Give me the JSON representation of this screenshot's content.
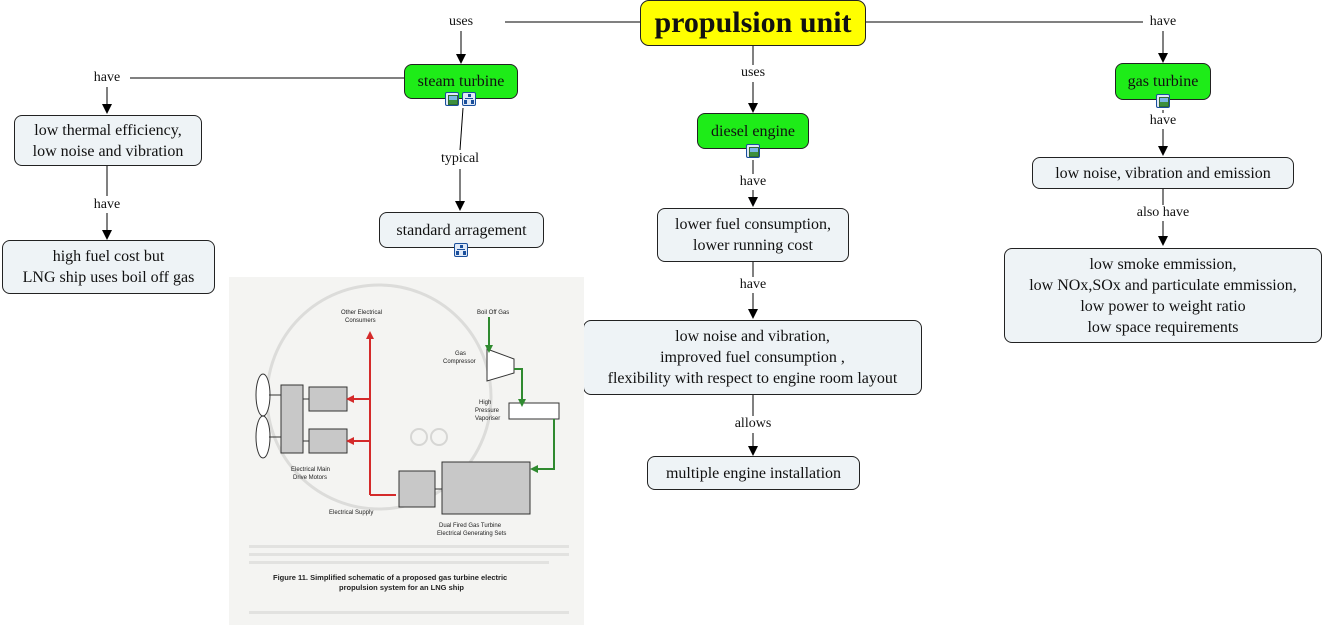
{
  "root": {
    "label": "propulsion unit"
  },
  "nodes": {
    "steam_turbine": "steam turbine",
    "diesel_engine": "diesel engine",
    "gas_turbine": "gas turbine",
    "low_thermal": [
      "low thermal efficiency,",
      "low noise and vibration"
    ],
    "high_fuel_cost": [
      "high fuel cost but",
      "LNG ship uses boil off gas"
    ],
    "standard_arrangement": "standard arragement",
    "lower_fuel": [
      "lower fuel consumption,",
      "lower running cost"
    ],
    "low_noise_improved": [
      "low noise and vibration,",
      "improved fuel consumption ,",
      "flexibility with respect to engine room layout"
    ],
    "multiple_engine": "multiple engine installation",
    "low_noise_emission": "low noise, vibration and emission",
    "low_smoke": [
      "low smoke emmission,",
      "low NOx,SOx and particulate emmission,",
      "low power to weight ratio",
      "low space requirements"
    ]
  },
  "links": {
    "uses_left": "uses",
    "uses_center": "uses",
    "have_right": "have",
    "have_steam": "have",
    "have_low_thermal": "have",
    "typical": "typical",
    "have_diesel": "have",
    "have_lower_fuel": "have",
    "allows": "allows",
    "have_gas": "have",
    "also_have": "also have"
  },
  "icons": {
    "steam_image": "image-resource-icon",
    "steam_tree": "concept-map-resource-icon",
    "standard_tree": "concept-map-resource-icon",
    "diesel_image": "image-resource-icon",
    "gas_image": "image-resource-icon"
  },
  "figure": {
    "caption_line1": "Figure 11.  Simplified schematic of a proposed gas turbine electric",
    "caption_line2": "propulsion system for an LNG ship",
    "labels": {
      "other_consumers_1": "Other Electrical",
      "other_consumers_2": "Consumers",
      "boil_off_gas": "Boil Off Gas",
      "gas_compressor_1": "Gas",
      "gas_compressor_2": "Compressor",
      "vaporiser_1": "High",
      "vaporiser_2": "Pressure",
      "vaporiser_3": "Vaporiser",
      "motors_1": "Electrical Main",
      "motors_2": "Drive Motors",
      "supply": "Electrical Supply",
      "gensets_1": "Dual Fired Gas Turbine",
      "gensets_2": "Electrical Generating Sets"
    },
    "colors": {
      "power": "#d42a2a",
      "gas": "#2f8a2f"
    }
  }
}
